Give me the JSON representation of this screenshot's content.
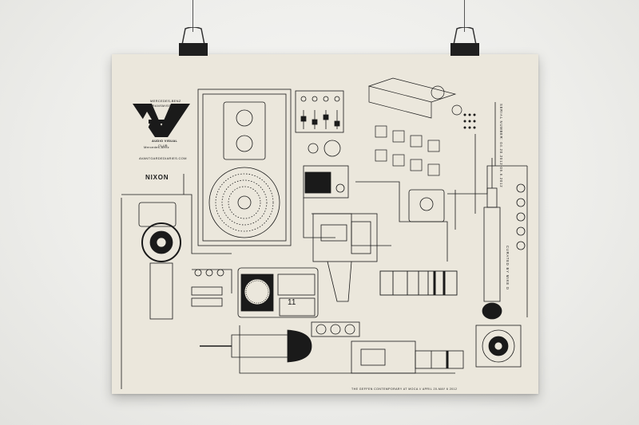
{
  "poster": {
    "logo_top": "MERCEDES-BENZ",
    "logo_mid": "TRANSMISSION",
    "logo_bottom": "AUDIO VISUAL",
    "logo_club": "CLUB",
    "sponsor_mb": "Mercedes-Benz",
    "website": "AVANTGARDEDIARIES.COM",
    "nixon": "NIXON",
    "serial": "SERIAL NUMBER: 04.20.2012-05.6.2012",
    "curated": "CURATED BY MIKE D",
    "footer": "THE GEFFEN CONTEMPORARY AT MOCA // APRIL 20-MAY 6 2012",
    "display_number": "11"
  },
  "colors": {
    "paper": "#ebe7dc",
    "ink": "#1a1a1a",
    "wall": "#eeeeeb"
  }
}
